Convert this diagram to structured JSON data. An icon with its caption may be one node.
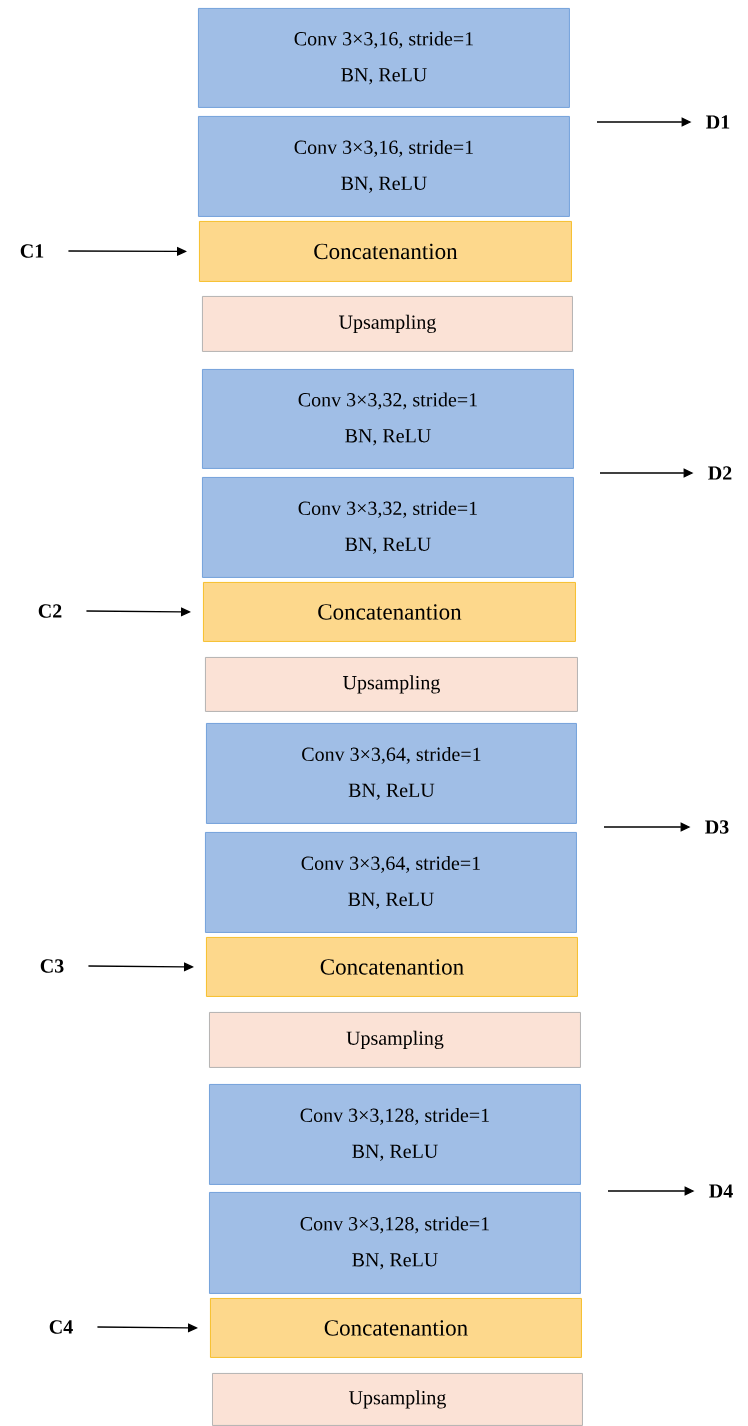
{
  "diagram": {
    "nodes": [
      {
        "text": [
          "Conv 3×3,16, stride=1",
          "BN, ReLU"
        ]
      },
      {
        "text": [
          "D1"
        ]
      },
      {
        "text": [
          "Conv 3×3,16, stride=1",
          "BN, ReLU"
        ]
      },
      {
        "text": [
          "C1"
        ]
      },
      {
        "text": [
          "Concatenantion"
        ]
      },
      {
        "text": [
          "Upsampling"
        ]
      },
      {
        "text": [
          "Conv 3×3,32, stride=1",
          "BN, ReLU"
        ]
      },
      {
        "text": [
          "D2"
        ]
      },
      {
        "text": [
          "Conv 3×3,32, stride=1",
          "BN, ReLU"
        ]
      },
      {
        "text": [
          "C2"
        ]
      },
      {
        "text": [
          "Concatenantion"
        ]
      },
      {
        "text": [
          "Upsampling"
        ]
      },
      {
        "text": [
          "Conv 3×3,64, stride=1",
          "BN, ReLU"
        ]
      },
      {
        "text": [
          "D3"
        ]
      },
      {
        "text": [
          "Conv 3×3,64, stride=1",
          "BN, ReLU"
        ]
      },
      {
        "text": [
          "C3"
        ]
      },
      {
        "text": [
          "Concatenantion"
        ]
      },
      {
        "text": [
          "Upsampling"
        ]
      },
      {
        "text": [
          "Conv 3×3,128, stride=1",
          "BN, ReLU"
        ]
      },
      {
        "text": [
          "D4"
        ]
      },
      {
        "text": [
          "Conv 3×3,128, stride=1",
          "BN, ReLU"
        ]
      },
      {
        "text": [
          "C4"
        ]
      },
      {
        "text": [
          "Concatenantion"
        ]
      },
      {
        "text": [
          "Upsampling"
        ]
      }
    ],
    "edges": [
      {
        "from": null,
        "to": 1,
        "arrow": "to"
      },
      {
        "from": 3,
        "to": 4,
        "arrow": "to"
      },
      {
        "from": null,
        "to": 7,
        "arrow": "to"
      },
      {
        "from": 9,
        "to": 10,
        "arrow": "to"
      },
      {
        "from": null,
        "to": 13,
        "arrow": "to"
      },
      {
        "from": 15,
        "to": 16,
        "arrow": "to"
      },
      {
        "from": null,
        "to": 19,
        "arrow": "to"
      },
      {
        "from": 21,
        "to": 22,
        "arrow": "to"
      }
    ]
  }
}
